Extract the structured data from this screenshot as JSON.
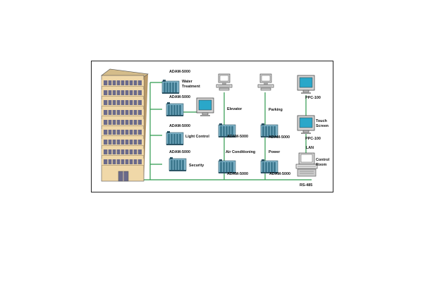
{
  "colors": {
    "network_line": "#2e9a4e",
    "building_facade": "#f0d8a8",
    "building_shadow": "#b89a6a",
    "window_glass": "#6a6a8a",
    "module_body": "#7fb3c8",
    "module_dark": "#2d5566",
    "monitor_screen": "#2aa7c9",
    "monitor_case": "#d6d6d6"
  },
  "modules": {
    "water": {
      "model": "ADAM-5000",
      "label_1": "Water",
      "label_2": "Treatment"
    },
    "monitor": {
      "model": "ADAM-5000"
    },
    "light": {
      "model": "ADAM-5000",
      "label": "Light Control"
    },
    "security": {
      "model": "ADAM-5000",
      "label": "Security"
    },
    "elevator": {
      "label": "Elevator",
      "model": "ADAM-5000"
    },
    "aircon": {
      "label": "Air Conditioning",
      "model": "ADAM-5000"
    },
    "parking": {
      "label": "Parking",
      "model": "ADAM-5000"
    },
    "power": {
      "label": "Power",
      "model": "ADAM-5000"
    }
  },
  "panels": {
    "ppc_top": {
      "label": "PPC-100"
    },
    "touch": {
      "label_1": "Touch",
      "label_2": "Screen",
      "model": "PPC-100"
    }
  },
  "network": {
    "lan": "LAN",
    "rs485": "RS-485"
  },
  "control_room": {
    "label_1": "Control",
    "label_2": "Room"
  }
}
